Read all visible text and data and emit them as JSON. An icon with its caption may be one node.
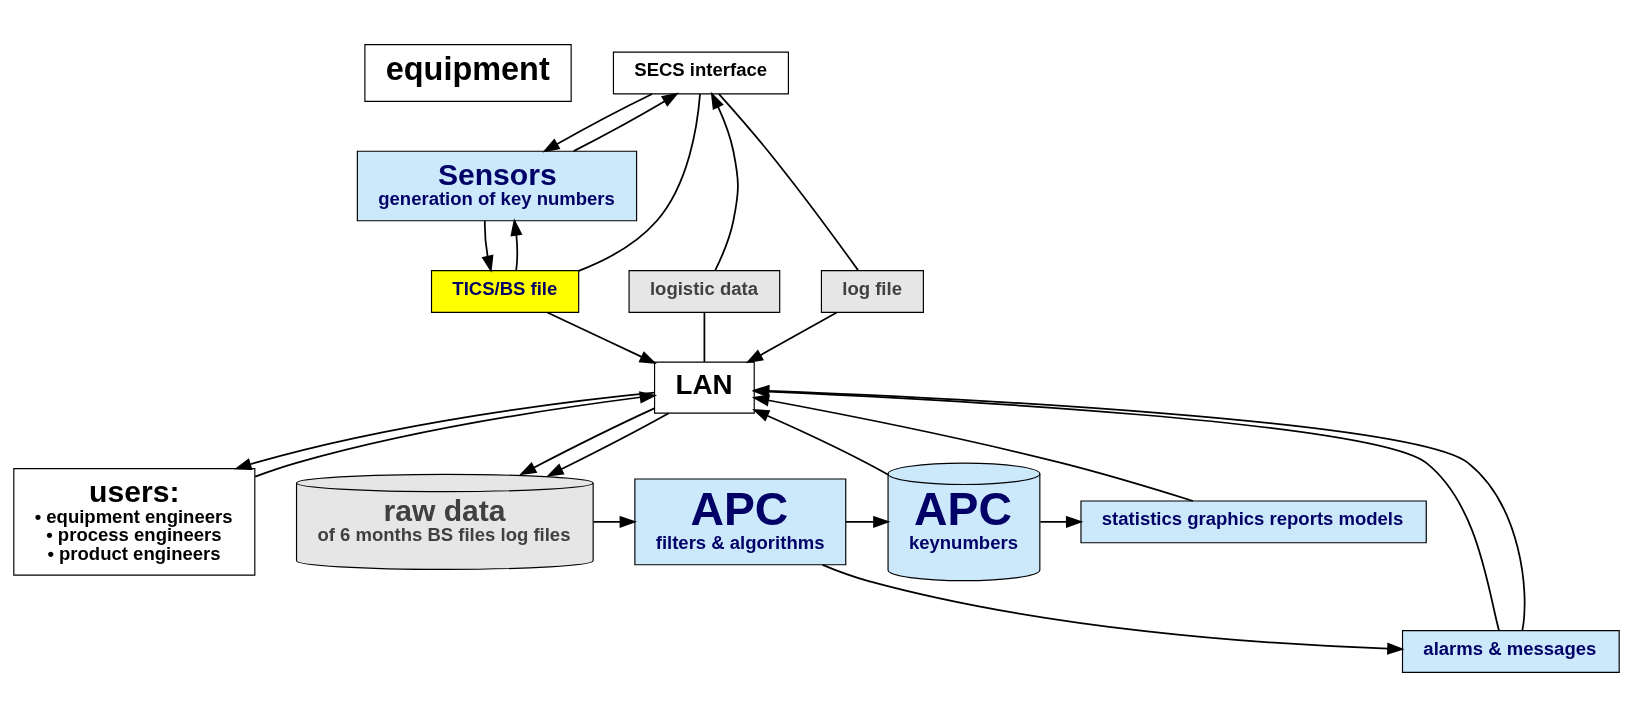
{
  "diagram": {
    "nodes": [
      {
        "text": [
          "equipment"
        ]
      },
      {
        "text": [
          "SECS interface"
        ]
      },
      {
        "text": [
          "logistic data"
        ]
      },
      {
        "text": [
          "log file"
        ]
      },
      {
        "text": [
          "TICS/BS file"
        ]
      },
      {
        "text": [
          "Sensors",
          "generation of key numbers"
        ]
      },
      {
        "text": [
          "users:",
          "• equipment engineers",
          "• process engineers",
          "• product engineers"
        ]
      },
      {
        "text": [
          "LAN"
        ]
      },
      {
        "text": [
          "raw data",
          "of 6 months BS files log files"
        ]
      },
      {
        "text": [
          "alarms & messages"
        ]
      },
      {
        "text": [
          "APC",
          "filters & algorithms"
        ]
      },
      {
        "text": [
          "APC",
          "keynumbers"
        ]
      },
      {
        "text": [
          "statistics graphics reports models"
        ]
      }
    ],
    "edges": [
      {
        "from": 1,
        "to": 5,
        "arrow": "to"
      },
      {
        "from": 5,
        "to": 1,
        "arrow": "to"
      },
      {
        "from": 5,
        "to": 4,
        "arrow": "to"
      },
      {
        "from": 4,
        "to": 5,
        "arrow": "to"
      },
      {
        "from": 2,
        "to": 1,
        "arrow": "to"
      },
      {
        "from": 3,
        "to": 1,
        "arrow": "none"
      },
      {
        "from": 4,
        "to": 1,
        "arrow": "none"
      },
      {
        "from": 2,
        "to": 7,
        "arrow": "none"
      },
      {
        "from": 3,
        "to": 7,
        "arrow": "to"
      },
      {
        "from": 4,
        "to": 7,
        "arrow": "to"
      },
      {
        "from": 7,
        "to": 8,
        "arrow": "to"
      },
      {
        "from": 7,
        "to": 8,
        "arrow": "to"
      },
      {
        "from": 9,
        "to": 7,
        "arrow": "to"
      },
      {
        "from": 9,
        "to": 7,
        "arrow": "to"
      },
      {
        "from": 10,
        "to": 9,
        "arrow": "to"
      },
      {
        "from": 8,
        "to": 10,
        "arrow": "to"
      },
      {
        "from": 10,
        "to": 11,
        "arrow": "to"
      },
      {
        "from": 11,
        "to": 7,
        "arrow": "to"
      },
      {
        "from": 11,
        "to": 12,
        "arrow": "to"
      },
      {
        "from": 12,
        "to": 7,
        "arrow": "to"
      },
      {
        "from": 7,
        "to": 6,
        "arrow": "to"
      },
      {
        "from": 6,
        "to": 7,
        "arrow": "to"
      }
    ]
  }
}
